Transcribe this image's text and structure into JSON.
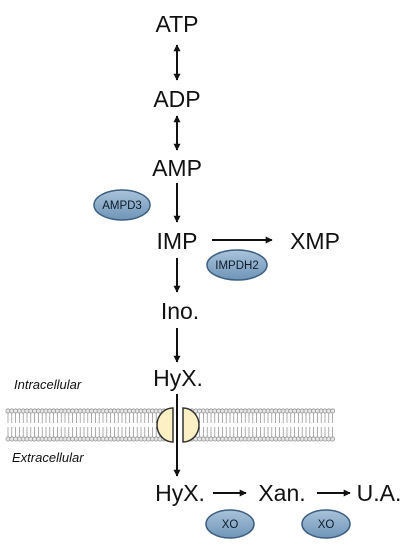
{
  "metabolites": {
    "atp": "ATP",
    "adp": "ADP",
    "amp": "AMP",
    "imp": "IMP",
    "xmp": "XMP",
    "ino": "Ino.",
    "hyx_in": "HyX.",
    "hyx_out": "HyX.",
    "xan": "Xan.",
    "ua": "U.A."
  },
  "enzymes": {
    "ampd3": "AMPD3",
    "impdh2": "IMPDH2",
    "xo_1": "XO",
    "xo_2": "XO"
  },
  "regions": {
    "intracellular": "Intracellular",
    "extracellular": "Extracellular"
  },
  "colors": {
    "enzyme_fill": "#7fa4c4",
    "enzyme_stroke": "#3d5f80",
    "transporter_fill": "#fdf0c4",
    "membrane_head": "#e6e6e6",
    "membrane_stroke": "#8a8a8a",
    "arrow": "#111111"
  }
}
